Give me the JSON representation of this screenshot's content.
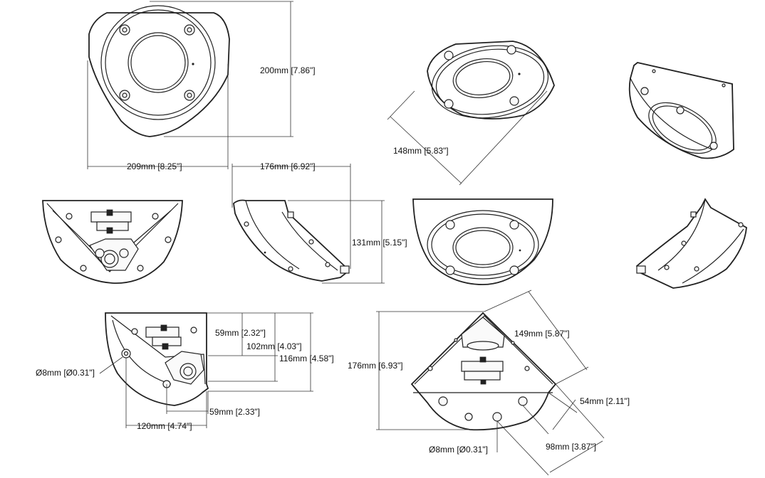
{
  "dimensions": {
    "top_view_height": "200mm [7.86\"]",
    "top_view_width": "209mm [8.25\"]",
    "angled_top_diagonal": "148mm [5.83\"]",
    "side_view_width": "176mm [6.92\"]",
    "side_view_height": "131mm [5.15\"]",
    "bottom_left_59": "59mm [2.32\"]",
    "bottom_left_102": "102mm [4.03\"]",
    "bottom_left_116": "116mm [4.58\"]",
    "bottom_left_hole": "Ø8mm [Ø0.31\"]",
    "bottom_left_59b": "59mm [2.33\"]",
    "bottom_left_120": "120mm [4.74\"]",
    "bottom_right_149": "149mm [5.87\"]",
    "bottom_right_176": "176mm [6.93\"]",
    "bottom_right_54": "54mm [2.11\"]",
    "bottom_right_98": "98mm [3.87\"]",
    "bottom_right_hole": "Ø8mm [Ø0.31\"]"
  },
  "colors": {
    "line": "#222222",
    "background": "#ffffff"
  }
}
